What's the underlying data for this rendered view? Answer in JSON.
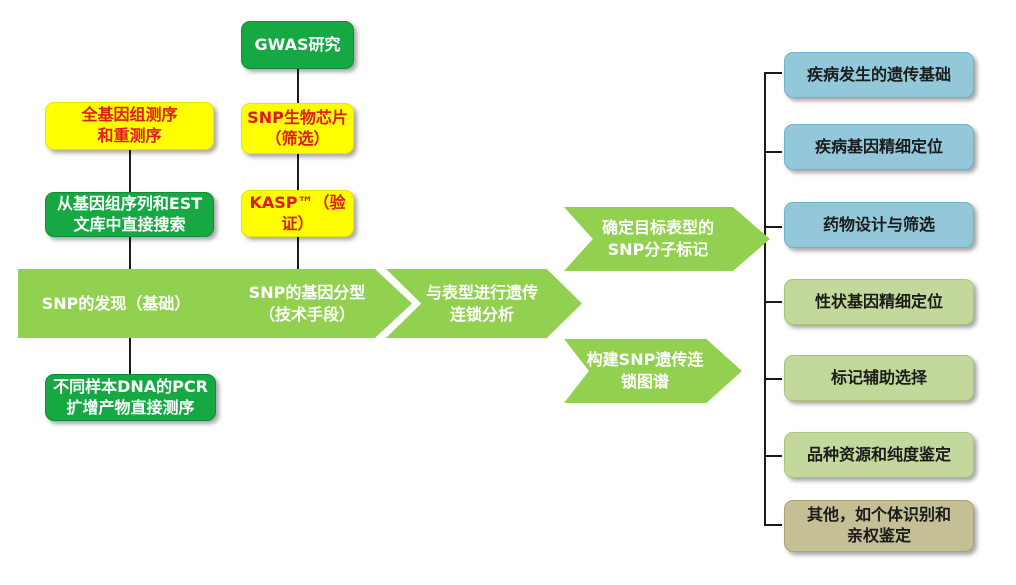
{
  "colors": {
    "dark_green": "#15a843",
    "yellow": "#ffff00",
    "red_text": "#e0191a",
    "arrow_green": "#92d050",
    "blue": "#92c8da",
    "light_green": "#c3d99b",
    "tan": "#c4bf95"
  },
  "discovery": {
    "wgs": "全基因组测序\n和重测序",
    "db_search": "从基因组序列和EST\n文库中直接搜索",
    "main": "SNP的发现（基础）",
    "pcr": "不同样本DNA的PCR\n扩增产物直接测序"
  },
  "genotyping": {
    "gwas": "GWAS研究",
    "chip": "SNP生物芯片\n（筛选）",
    "kasp": "KASP™（验证）",
    "main": "SNP的基因分型\n（技术手段）"
  },
  "linkage": {
    "main": "与表型进行遗传\n连锁分析"
  },
  "branches": {
    "target": "确定目标表型的\nSNP分子标记",
    "map": "构建SNP遗传连\n锁图谱"
  },
  "applications": [
    "疾病发生的遗传基础",
    "疾病基因精细定位",
    "药物设计与筛选",
    "性状基因精细定位",
    "标记辅助选择",
    "品种资源和纯度鉴定",
    "其他，如个体识别和\n亲权鉴定"
  ]
}
